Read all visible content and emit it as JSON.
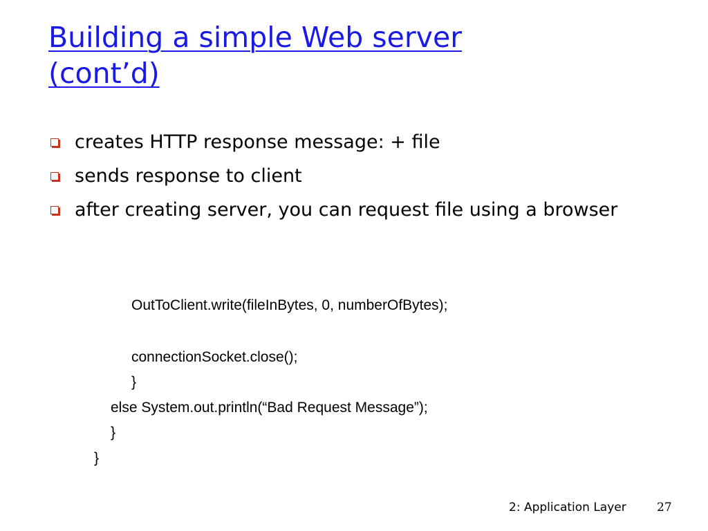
{
  "slide": {
    "title_line1": "Building a simple Web server",
    "title_line2": "(cont’d)",
    "title_color": "#1a1ae6",
    "bullet_color": "#c8321e",
    "bullets": [
      "creates HTTP response message: + file",
      "sends response to client",
      "after creating server, you can request file using a browser"
    ],
    "code": [
      "OutToClient.write(fileInBytes, 0, numberOfBytes);",
      "connectionSocket.close();",
      "}",
      "else System.out.println(“Bad Request Message”);",
      "}",
      "}"
    ],
    "footer": "2: Application Layer",
    "page_number": "27"
  }
}
